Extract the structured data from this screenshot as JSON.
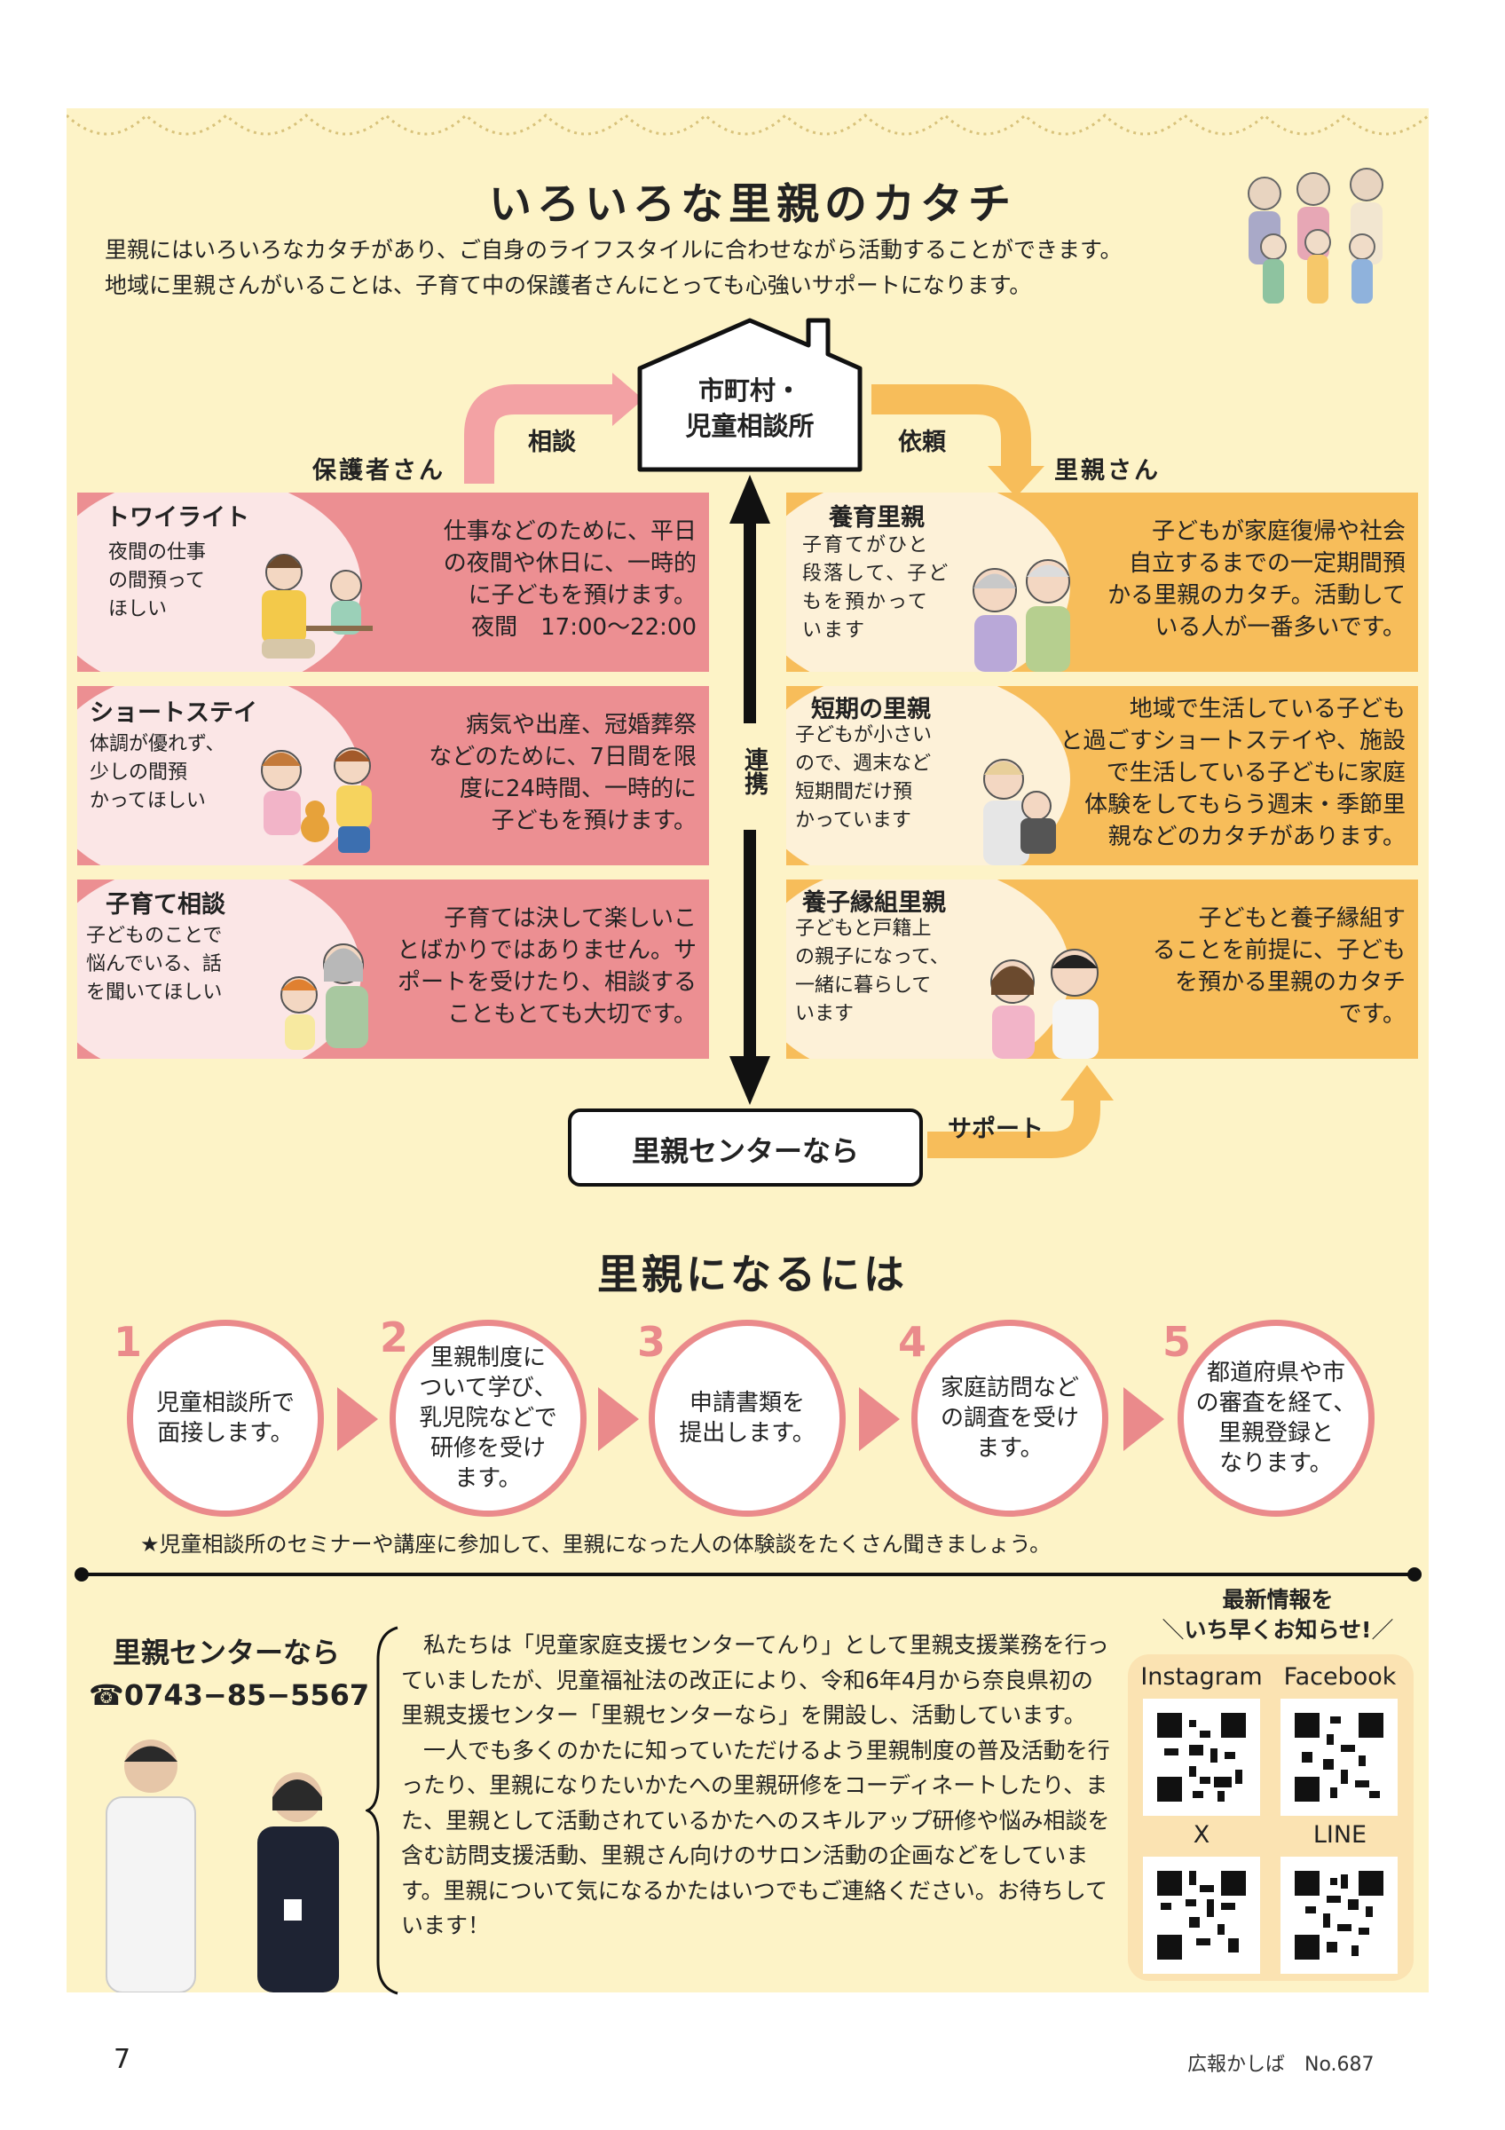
{
  "heading": "いろいろな里親のカタチ",
  "intro": [
    "里親にはいろいろなカタチがあり、ご自身のライフスタイルに合わせながら活動することができます。",
    "地域に里親さんがいることは、子育て中の保護者さんにとっても心強いサポートになります。"
  ],
  "diagram": {
    "office_line1": "市町村・",
    "office_line2": "児童相談所",
    "guardian": "保護者さん",
    "consult": "相談",
    "request": "依頼",
    "foster": "里親さん",
    "renkei": "連携",
    "center": "里親センターなら",
    "support": "サポート"
  },
  "left_cards": [
    {
      "title": "トワイライト",
      "sub": [
        "夜間の仕事",
        "の間預って",
        "ほしい"
      ],
      "body": [
        "仕事などのために、平日",
        "の夜間や休日に、一時的",
        "に子どもを預けます。",
        "夜間　17:00～22:00"
      ]
    },
    {
      "title": "ショートステイ",
      "sub": [
        "体調が優れず、",
        "少しの間預",
        "かってほしい"
      ],
      "body": [
        "病気や出産、冠婚葬祭",
        "などのために、7日間を限",
        "度に24時間、一時的に",
        "子どもを預けます。"
      ]
    },
    {
      "title": "子育て相談",
      "sub": [
        "子どものことで",
        "悩んでいる、話",
        "を聞いてほしい"
      ],
      "body": [
        "子育ては決して楽しいこ",
        "とばかりではありません。サ",
        "ポートを受けたり、相談する",
        "こともとても大切です。"
      ]
    }
  ],
  "right_cards": [
    {
      "title": "養育里親",
      "sub": [
        "子育てがひと",
        "段落して、子ど",
        "もを預かって",
        "います"
      ],
      "body": [
        "子どもが家庭復帰や社会",
        "自立するまでの一定期間預",
        "かる里親のカタチ。活動して",
        "いる人が一番多いです。"
      ]
    },
    {
      "title": "短期の里親",
      "sub": [
        "子どもが小さい",
        "ので、週末など",
        "短期間だけ預",
        "かっています"
      ],
      "body": [
        "地域で生活している子ども",
        "と過ごすショートステイや、施設",
        "で生活している子どもに家庭",
        "体験をしてもらう週末・季節里",
        "親などのカタチがあります。"
      ]
    },
    {
      "title": "養子縁組里親",
      "sub": [
        "子どもと戸籍上",
        "の親子になって、",
        "一緒に暮らして",
        "います"
      ],
      "body": [
        "子どもと養子縁組す",
        "ることを前提に、子ども",
        "を預かる里親のカタチ",
        "です。"
      ]
    }
  ],
  "steps_heading": "里親になるには",
  "steps": [
    {
      "num": "1",
      "text": [
        "児童相談所で",
        "面接します。"
      ]
    },
    {
      "num": "2",
      "text": [
        "里親制度に",
        "ついて学び、",
        "乳児院などで",
        "研修を受け",
        "ます。"
      ]
    },
    {
      "num": "3",
      "text": [
        "申請書類を",
        "提出します。"
      ]
    },
    {
      "num": "4",
      "text": [
        "家庭訪問など",
        "の調査を受け",
        "ます。"
      ]
    },
    {
      "num": "5",
      "text": [
        "都道府県や市",
        "の審査を経て、",
        "里親登録と",
        "なります。"
      ]
    }
  ],
  "steps_note": "★児童相談所のセミナーや講座に参加して、里親になった人の体験談をたくさん聞きましょう。",
  "contact": {
    "name": "里親センターなら",
    "phone": "☎0743−85−5567"
  },
  "about": [
    "私たちは「児童家庭支援センターてんり」として里親支援業務を行っていましたが、児童福祉法の改正により、令和6年4月から奈良県初の里親支援センター「里親センターなら」を開設し、活動しています。",
    "一人でも多くのかたに知っていただけるよう里親制度の普及活動を行ったり、里親になりたいかたへの里親研修をコーディネートしたり、また、里親として活動されているかたへのスキルアップ研修や悩み相談を含む訪問支援活動、里親さん向けのサロン活動の企画などをしています。里親について気になるかたはいつでもご連絡ください。お待ちしています！"
  ],
  "sns": {
    "head1": "最新情報を",
    "head2": "いち早くお知らせ!",
    "items": [
      "Instagram",
      "Facebook",
      "X",
      "LINE"
    ]
  },
  "footer": {
    "page": "7",
    "pub": "広報かしば　No.687"
  },
  "colors": {
    "pink": "#ec8f92",
    "orange": "#f7bd5a",
    "cream": "#fdf3c7"
  }
}
